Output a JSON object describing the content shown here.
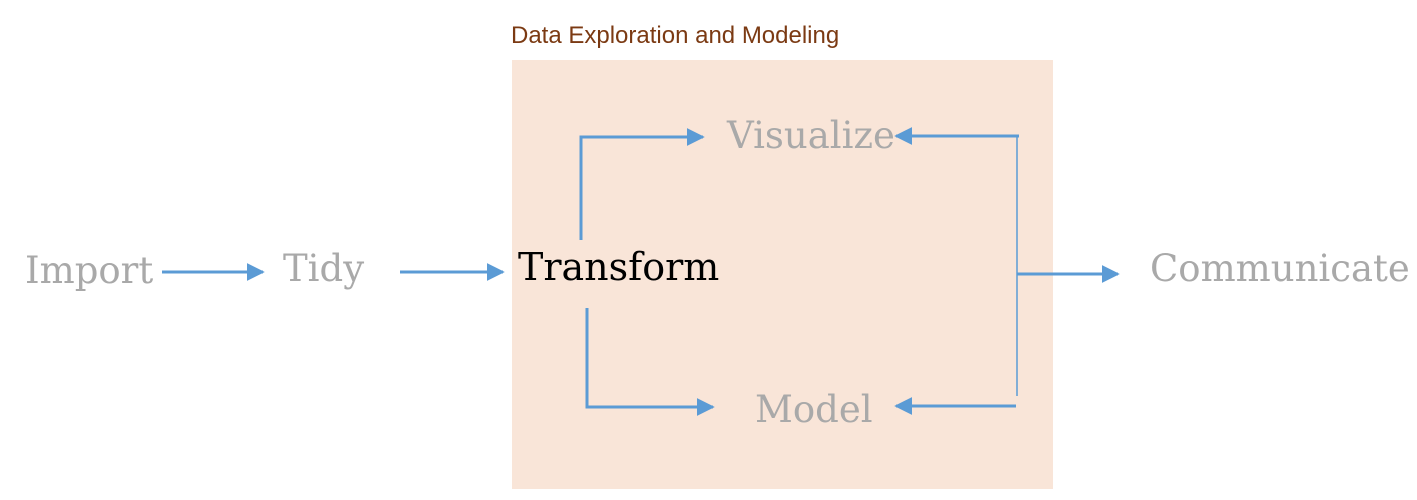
{
  "region": {
    "label": "Data Exploration and Modeling"
  },
  "nodes": {
    "import": "Import",
    "tidy": "Tidy",
    "transform": "Transform",
    "visualize": "Visualize",
    "model": "Model",
    "communicate": "Communicate"
  },
  "colors": {
    "arrow": "#5b9bd5",
    "region_fill": "#f9e5d8",
    "region_label": "#7b3a13",
    "faded_text": "#a9a9a9",
    "active_text": "#000000"
  }
}
